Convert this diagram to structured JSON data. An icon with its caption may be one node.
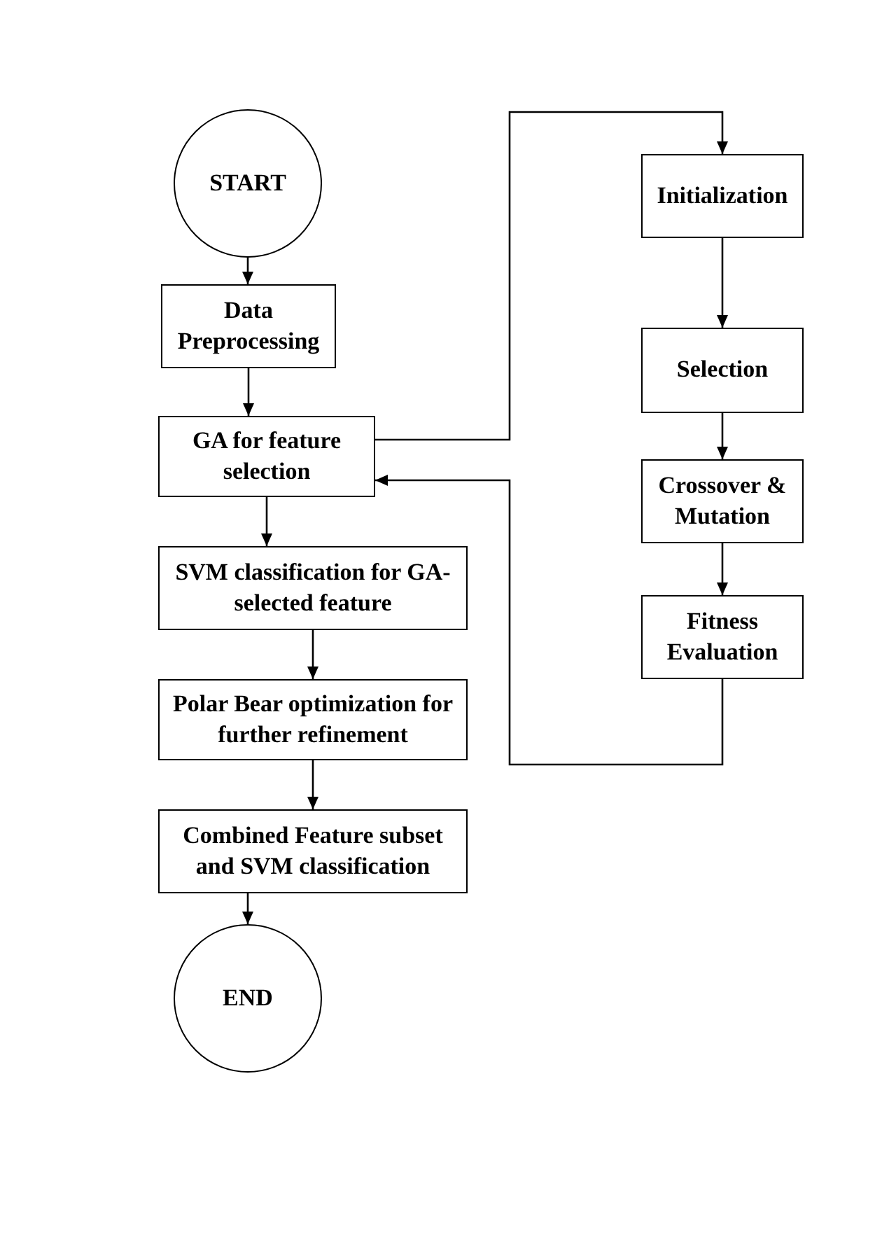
{
  "diagram": {
    "nodes": [
      {
        "text": [
          "START"
        ]
      },
      {
        "text": [
          "Data Preprocessing"
        ]
      },
      {
        "text": [
          "GA for feature selection"
        ]
      },
      {
        "text": [
          "SVM classification for GA-selected feature"
        ]
      },
      {
        "text": [
          "Polar Bear optimization for further refinement"
        ]
      },
      {
        "text": [
          "Combined Feature subset and SVM classification"
        ]
      },
      {
        "text": [
          "END"
        ]
      },
      {
        "text": [
          "Initialization"
        ]
      },
      {
        "text": [
          "Selection"
        ]
      },
      {
        "text": [
          "Crossover & Mutation"
        ]
      },
      {
        "text": [
          "Fitness Evaluation"
        ]
      }
    ],
    "edges": [
      {
        "from": 0,
        "to": 1,
        "arrow": "to"
      },
      {
        "from": 1,
        "to": 2,
        "arrow": "to"
      },
      {
        "from": 2,
        "to": 3,
        "arrow": "to"
      },
      {
        "from": 3,
        "to": 4,
        "arrow": "to"
      },
      {
        "from": 4,
        "to": 5,
        "arrow": "to"
      },
      {
        "from": 5,
        "to": 6,
        "arrow": "to"
      },
      {
        "from": 2,
        "to": 7,
        "arrow": "to"
      },
      {
        "from": 7,
        "to": 8,
        "arrow": "to"
      },
      {
        "from": 8,
        "to": 9,
        "arrow": "to"
      },
      {
        "from": 9,
        "to": 10,
        "arrow": "to"
      },
      {
        "from": 10,
        "to": 2,
        "arrow": "to"
      }
    ]
  }
}
